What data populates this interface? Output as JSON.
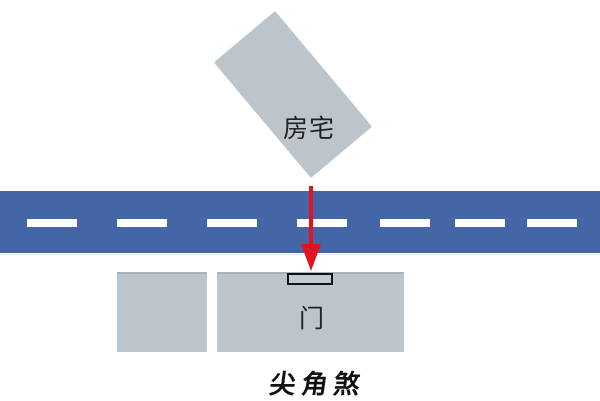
{
  "diagram": {
    "house_label": "房宅",
    "door_label": "门",
    "caption": "尖角煞",
    "colors": {
      "building": "#bcc5cc",
      "road": "#4466a6",
      "lane_marking": "#ffffff",
      "arrow": "#e0141e",
      "text": "#222222"
    },
    "road": {
      "dashes_x": [
        27,
        117,
        207,
        297,
        380,
        455,
        527
      ]
    }
  }
}
